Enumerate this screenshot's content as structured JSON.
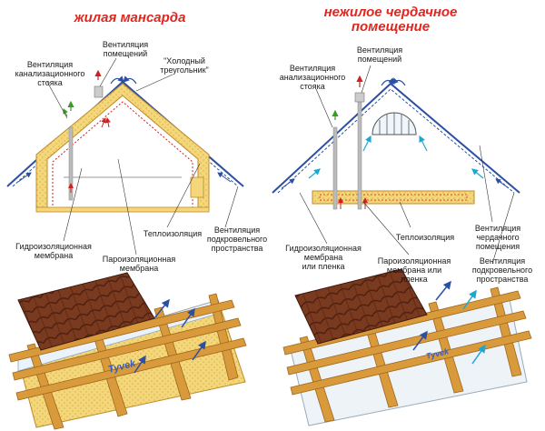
{
  "titles": {
    "left": "жилая мансарда",
    "right_line1": "нежилое чердачное",
    "right_line2": "помещение"
  },
  "left_labels": {
    "vent_room_1": "Вентиляция",
    "vent_room_2": "помещений",
    "vent_riser_1": "Вентиляция",
    "vent_riser_2": "канализационного",
    "vent_riser_3": "стояка",
    "cold_tri_1": "\"Холодный",
    "cold_tri_2": "треугольник\"",
    "insulation": "Теплоизоляция",
    "vent_under_1": "Вентиляция",
    "vent_under_2": "подкровельного",
    "vent_under_3": "пространства",
    "waterproof_1": "Гидроизоляционная",
    "waterproof_2": "мембрана",
    "vapor_1": "Пароизоляционная",
    "vapor_2": "мембрана"
  },
  "right_labels": {
    "vent_room_1": "Вентиляция",
    "vent_room_2": "помещений",
    "vent_riser_1": "Вентиляция",
    "vent_riser_2": "анализационного",
    "vent_riser_3": "стояка",
    "insulation": "Теплоизоляция",
    "vent_attic_1": "Вентиляция",
    "vent_attic_2": "чердачного",
    "vent_attic_3": "помещения",
    "waterproof_1": "Гидроизоляционная",
    "waterproof_2": "мембрана",
    "waterproof_3": "или пленка",
    "vapor_1": "Пароизоляционная",
    "vapor_2": "мембрана или",
    "vapor_3": "пленка",
    "vent_under_1": "Вентиляция",
    "vent_under_2": "подкровельного",
    "vent_under_3": "пространства"
  },
  "brand_text": {
    "left_membrane": "Tyvek",
    "right_membrane": "Tyvek"
  },
  "colors": {
    "title_red": "#e0261f",
    "roof_blue": "#2b4fa3",
    "insulation_yellow": "#f3d77a",
    "wood": "#d99a3c",
    "tile": "#7a3a1f",
    "arrow_red": "#d02020",
    "arrow_green": "#3a9a2a",
    "arrow_cyan": "#1aa7d6"
  }
}
